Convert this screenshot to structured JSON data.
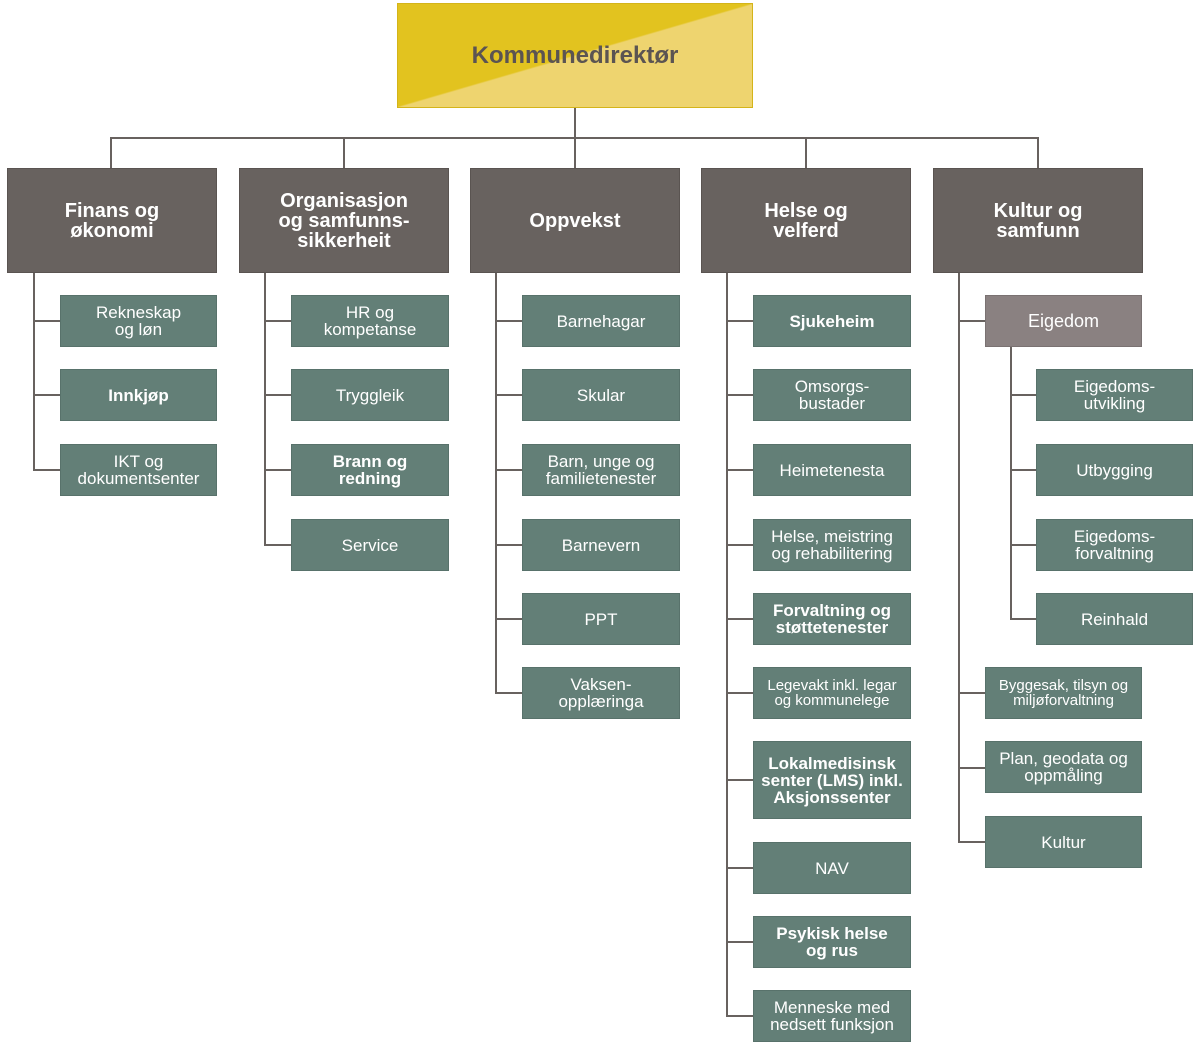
{
  "director": "Kommunedirektør",
  "departments": [
    {
      "name": "Finans og\nøkonomi",
      "units": [
        "Rekneskap\nog løn",
        "Innkjøp",
        "IKT og\ndokumentsenter"
      ]
    },
    {
      "name": "Organisasjon\nog samfunns-\nsikkerheit",
      "units": [
        "HR og\nkompetanse",
        "Tryggleik",
        "Brann og\nredning",
        "Service"
      ]
    },
    {
      "name": "Oppvekst",
      "units": [
        "Barnehagar",
        "Skular",
        "Barn, unge og\nfamilietenester",
        "Barnevern",
        "PPT",
        "Vaksen-\nopplæringa"
      ]
    },
    {
      "name": "Helse og\nvelferd",
      "units": [
        "Sjukeheim",
        "Omsorgs-\nbustader",
        "Heimetenesta",
        "Helse, meistring\nog rehabilitering",
        "Forvaltning og\nstøttetenester",
        "Legevakt inkl. legar\nog kommunelege",
        "Lokalmedisinsk\nsenter (LMS) inkl.\nAksjonssenter",
        "NAV",
        "Psykisk helse\nog rus",
        "Menneske med\nnedsett funksjon"
      ]
    },
    {
      "name": "Kultur og\nsamfunn",
      "sub_unit": "Eigedom",
      "sub_unit_children": [
        "Eigedoms-\nutvikling",
        "Utbygging",
        "Eigedoms-\nforvaltning",
        "Reinhald"
      ],
      "units": [
        "Byggesak, tilsyn og\nmiljøforvaltning",
        "Plan, geodata og\noppmåling",
        "Kultur"
      ]
    }
  ],
  "colors": {
    "director_fill_dark": "#e2c31f",
    "director_fill_light": "#eed46f",
    "department_fill": "#68625f",
    "unit_fill": "#637f77",
    "sub_unit_fill": "#8a8181",
    "connector": "#68625f"
  }
}
